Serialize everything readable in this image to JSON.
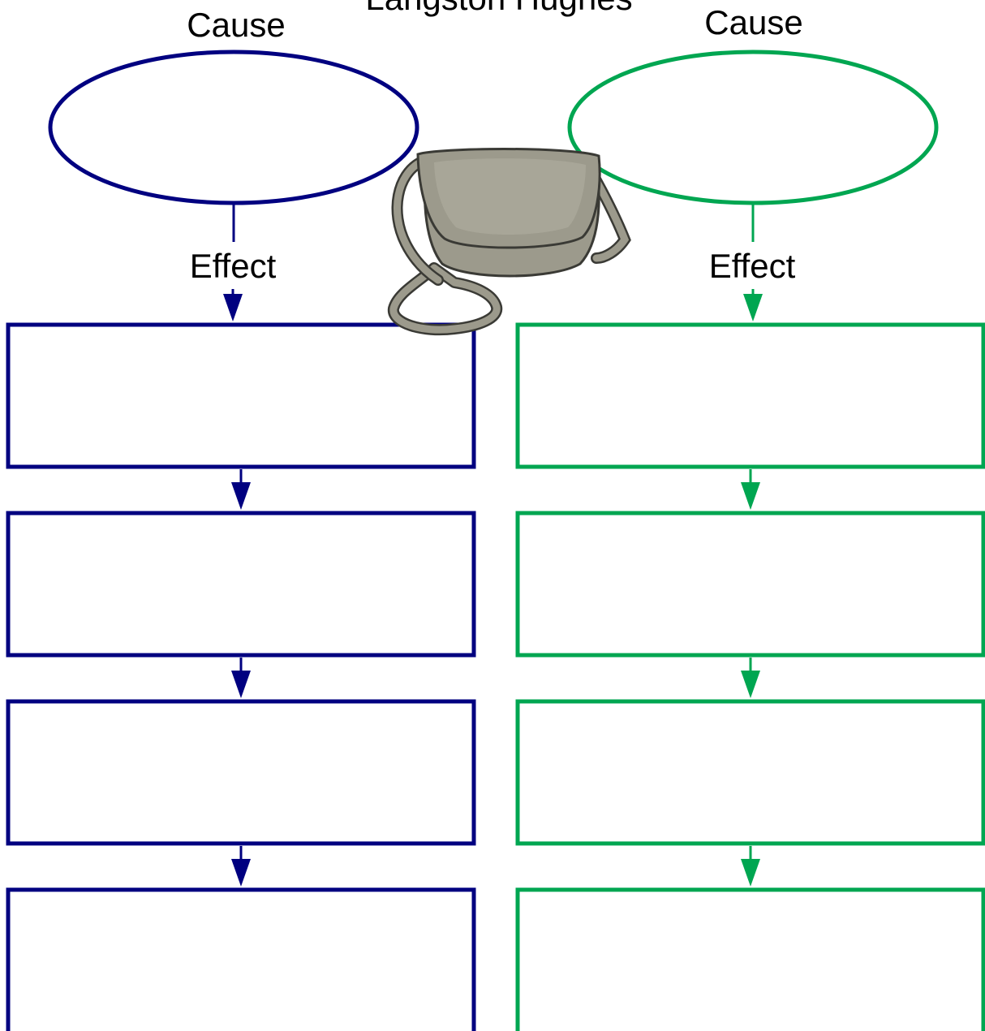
{
  "title": "Langston Hughes",
  "columns": [
    {
      "id": "left",
      "color": "#000080",
      "cause_label": "Cause",
      "effect_label": "Effect",
      "effect_box_count": 4
    },
    {
      "id": "right",
      "color": "#00A651",
      "cause_label": "Cause",
      "effect_label": "Effect",
      "effect_box_count": 4
    }
  ],
  "image": {
    "icon": "purse-icon",
    "colors": {
      "body": "#9C9A8C",
      "outline": "#3A3A35"
    }
  }
}
